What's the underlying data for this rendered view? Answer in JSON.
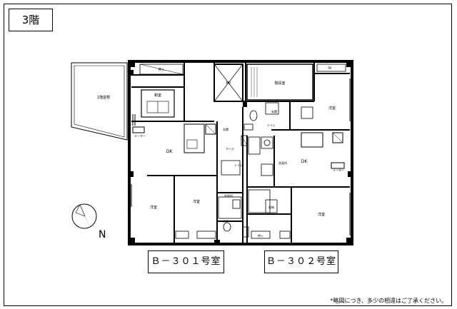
{
  "floor": {
    "label": "3階"
  },
  "units": [
    {
      "label": "Ｂ－３０１号室"
    },
    {
      "label": "Ｂ－３０２号室"
    }
  ],
  "note": "*略図につき、多少の相違はご了承ください。",
  "compass": {
    "label": "N"
  },
  "rooms": {
    "balcony": "1階屋根",
    "washitsu": "和室",
    "ev": "EV",
    "stairs": "階段室",
    "yoshitsu_ne": "洋室",
    "dk_left": "DK",
    "dk_right": "DK",
    "yoshitsu_sw": "洋室",
    "yoshitsu_sw2": "洋室",
    "yoshitsu_se": "洋室",
    "washroom_left": "洗面所",
    "washroom_right": "洗面所",
    "hall": "ホール",
    "toilet_l": "トイレ",
    "toilet_r": "トイレ",
    "wc": "WC",
    "genkan_l": "玄関",
    "genkan_r": "玄関",
    "meter_l": "メーター",
    "meter_r": "メーター",
    "shuno": "収納",
    "oshiire": "押入",
    "ps": "PS"
  }
}
